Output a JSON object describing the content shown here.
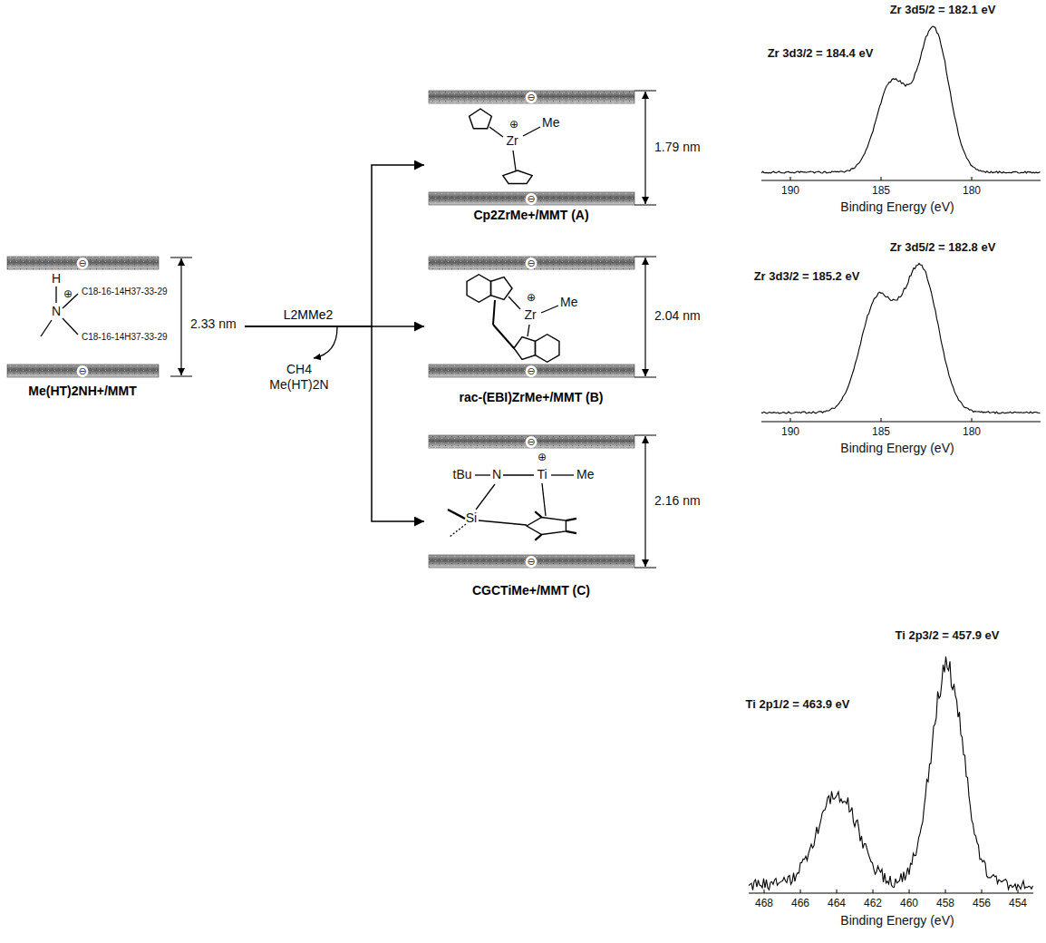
{
  "diagram": {
    "nodes": [
      {
        "text": [
          "Me(HT)2NH+/MMT"
        ]
      },
      {
        "text": [
          "Cp2ZrMe+/MMT (A)"
        ]
      },
      {
        "text": [
          "rac-(EBI)ZrMe+/MMT (B)"
        ]
      },
      {
        "text": [
          "CGCTiMe+/MMT (C)"
        ]
      }
    ],
    "edges": [
      {
        "from": 0,
        "to": 1,
        "arrow": "to"
      },
      {
        "from": 0,
        "to": 2,
        "arrow": "to",
        "label": "L2MMe2"
      },
      {
        "from": 0,
        "to": 3,
        "arrow": "to"
      }
    ],
    "labels": [
      "H",
      "⊕",
      "N",
      "C18-16-14H37-33-29",
      "C18-16-14H37-33-29",
      "⊖",
      "⊖",
      "⊖",
      "⊖",
      "⊖",
      "⊖",
      "⊖",
      "⊖",
      "2.33 nm",
      "1.79 nm",
      "2.04 nm",
      "2.16 nm",
      "CH4",
      "Me(HT)2N",
      "⊕",
      "Zr",
      "Me",
      "⊕",
      "Zr",
      "Me",
      "tBu",
      "N",
      "⊕",
      "Ti",
      "Me",
      "Si",
      "Zr 3d5/2 = 182.1 eV",
      "Zr 3d3/2 = 184.4 eV",
      "190",
      "185",
      "180",
      "Binding Energy (eV)",
      "Zr 3d5/2 = 182.8 eV",
      "Zr 3d3/2 = 185.2 eV",
      "190",
      "185",
      "180",
      "Binding Energy (eV)",
      "Ti 2p3/2 = 457.9 eV",
      "Ti 2p1/2 = 463.9 eV",
      "468",
      "466",
      "464",
      "462",
      "460",
      "458",
      "456",
      "454",
      "Binding Energy (eV)"
    ]
  }
}
